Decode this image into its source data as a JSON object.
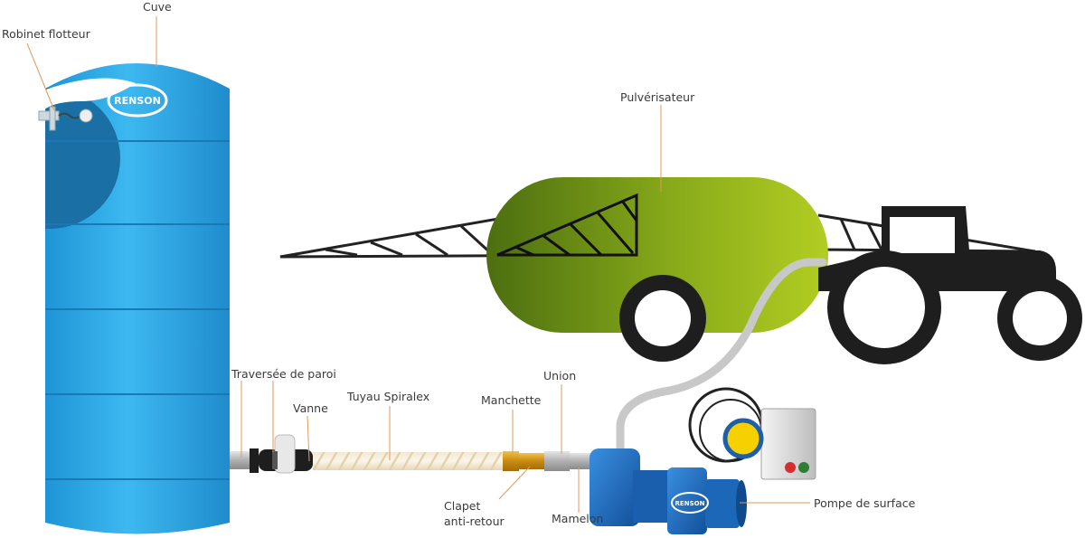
{
  "brand": "RENSON",
  "colors": {
    "tank": "#2aa7e6",
    "tank_dark": "#1f7fb3",
    "sprayer": "#9ab91f",
    "tractor": "#1e1e1e",
    "pump": "#1c6fc4",
    "leader_line": "#e39a5a",
    "label_text": "#3a3a3a"
  },
  "labels": {
    "robinet_flotteur": "Robinet flotteur",
    "cuve": "Cuve",
    "pulverisateur": "Pulvérisateur",
    "traversee": "Traversée de paroi",
    "vanne": "Vanne",
    "tuyau": "Tuyau Spiralex",
    "manchette": "Manchette",
    "union": "Union",
    "clapet_1": "Clapet",
    "clapet_2": "anti-retour",
    "mamelon": "Mamelon",
    "pompe": "Pompe de surface"
  }
}
